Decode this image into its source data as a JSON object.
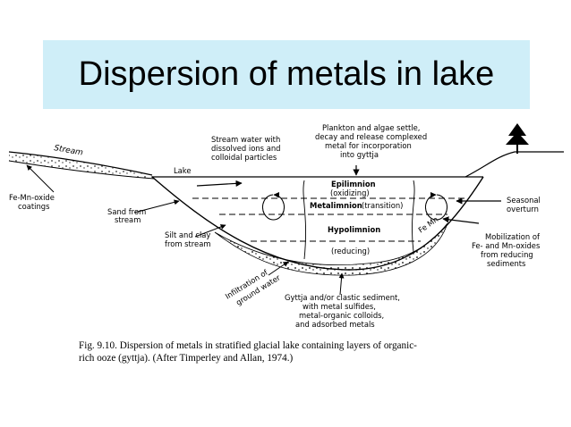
{
  "slide": {
    "title": "Dispersion of metals in lake"
  },
  "diagram": {
    "labels": {
      "stream": "Stream",
      "lake": "Lake",
      "fe_mn_coatings_1": "Fe-Mn-oxide",
      "fe_mn_coatings_2": "coatings",
      "stream_water_1": "Stream water with",
      "stream_water_2": "dissolved ions and",
      "stream_water_3": "colloidal particles",
      "plankton_1": "Plankton and algae settle,",
      "plankton_2": "decay and release complexed",
      "plankton_3": "metal for incorporation",
      "plankton_4": "into gyttja",
      "epilimnion": "Epilimnion",
      "oxidizing": "(oxidizing)",
      "metalimnion": "Metalimnion",
      "transition": "(transition)",
      "hypolimnion": "Hypolimnion",
      "reducing": "(reducing)",
      "fe_mn": "Fe Mn",
      "sand_1": "Sand from",
      "sand_2": "stream",
      "silt_1": "Silt and clay",
      "silt_2": "from stream",
      "seasonal_1": "Seasonal",
      "seasonal_2": "overturn",
      "mobilization_1": "Mobilization of",
      "mobilization_2": "Fe- and Mn-oxides",
      "mobilization_3": "from reducing",
      "mobilization_4": "sediments",
      "infiltration_1": "Infiltration of",
      "infiltration_2": "ground water",
      "gyttja_1": "Gyttja and/or clastic sediment,",
      "gyttja_2": "with metal sulfides,",
      "gyttja_3": "metal-organic colloids,",
      "gyttja_4": "and adsorbed metals"
    },
    "caption": {
      "line1": "Fig. 9.10. Dispersion of metals in stratified glacial lake containing layers of organic-",
      "line2": "rich ooze (gyttja). (After Timperley and Allan, 1974.)"
    }
  }
}
